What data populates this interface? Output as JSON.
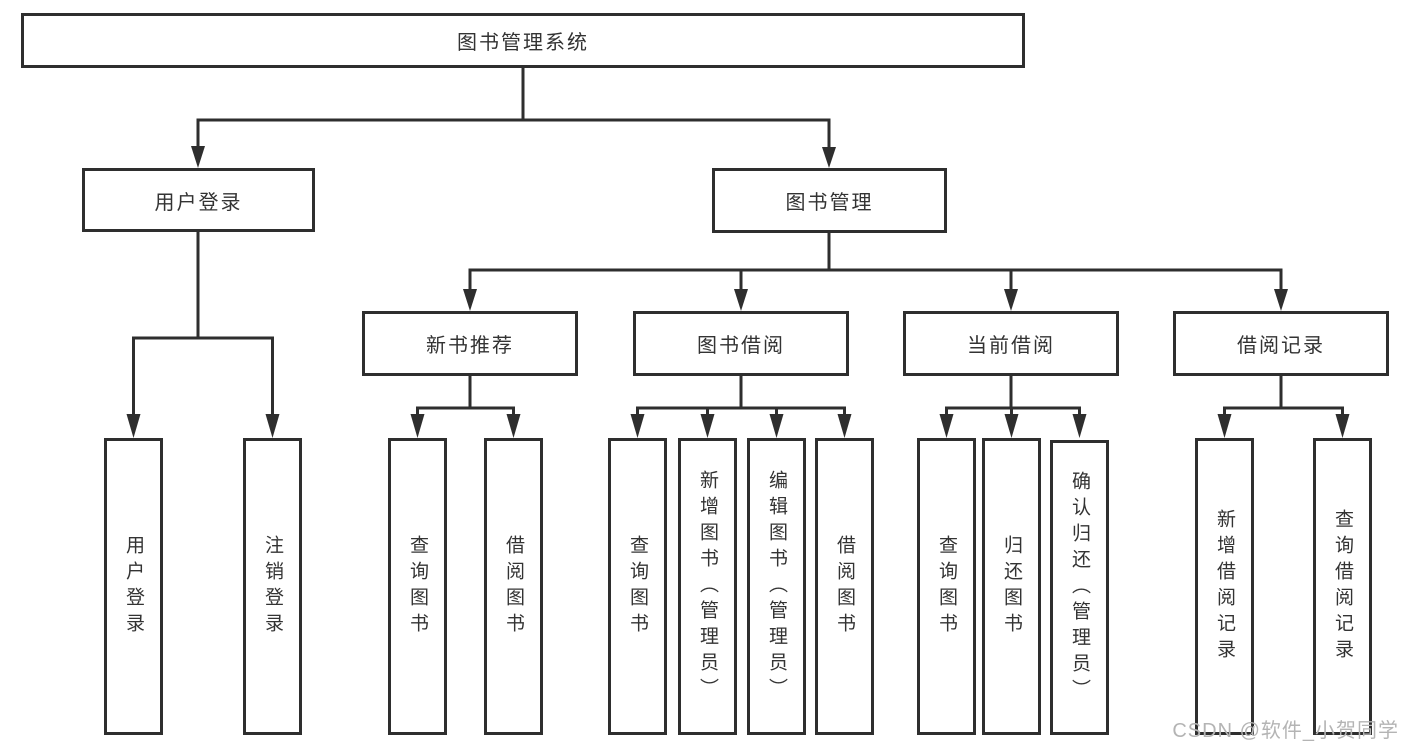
{
  "colors": {
    "line": "#2e2e2e",
    "text": "#333333",
    "background": "#ffffff",
    "watermark": "#b4b4b4"
  },
  "watermark": "CSDN @软件_小贺同学",
  "tree": {
    "root": {
      "label": "图书管理系统",
      "children": [
        {
          "label": "用户登录",
          "children": [
            {
              "label": "用户登录"
            },
            {
              "label": "注销登录"
            }
          ]
        },
        {
          "label": "图书管理",
          "children": [
            {
              "label": "新书推荐",
              "children": [
                {
                  "label": "查询图书"
                },
                {
                  "label": "借阅图书"
                }
              ]
            },
            {
              "label": "图书借阅",
              "children": [
                {
                  "label": "查询图书"
                },
                {
                  "label": "新增图书（管理员）"
                },
                {
                  "label": "编辑图书（管理员）"
                },
                {
                  "label": "借阅图书"
                }
              ]
            },
            {
              "label": "当前借阅",
              "children": [
                {
                  "label": "查询图书"
                },
                {
                  "label": "归还图书"
                },
                {
                  "label": "确认归还（管理员）"
                }
              ]
            },
            {
              "label": "借阅记录",
              "children": [
                {
                  "label": "新增借阅记录"
                },
                {
                  "label": "查询借阅记录"
                }
              ]
            }
          ]
        }
      ]
    }
  }
}
